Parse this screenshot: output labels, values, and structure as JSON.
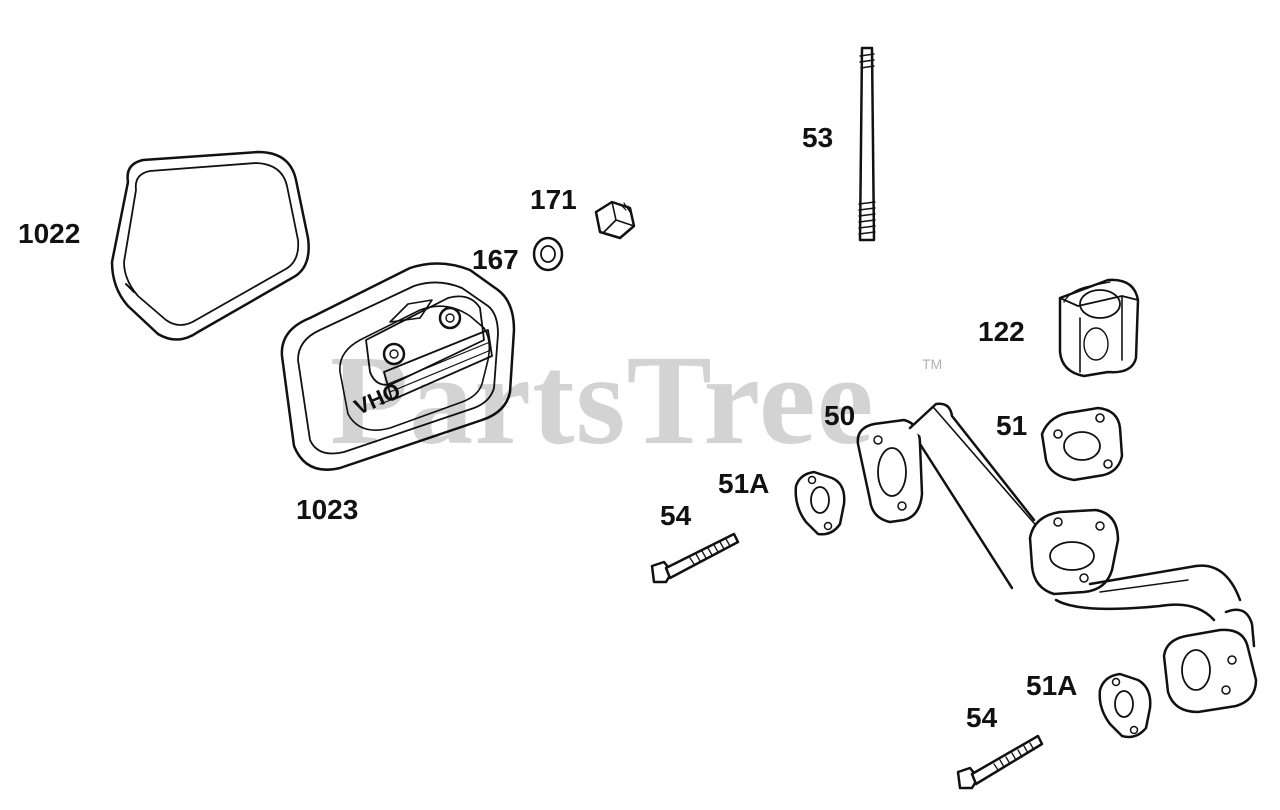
{
  "watermark": {
    "text": "PartsTree",
    "trademark": "TM"
  },
  "callouts": {
    "valve_cover_gasket": "1022",
    "valve_cover": "1023",
    "nut_171": "171",
    "washer_167": "167",
    "stud_53": "53",
    "spacer_122": "122",
    "intake_manifold_50": "50",
    "gasket_51": "51",
    "gasket_51a_upper": "51A",
    "gasket_51a_lower": "51A",
    "screw_54_upper": "54",
    "screw_54_lower": "54"
  },
  "valve_cover_emblem": "OHV",
  "colors": {
    "line": "#111111",
    "fill": "#ffffff",
    "watermark": "#000000"
  }
}
